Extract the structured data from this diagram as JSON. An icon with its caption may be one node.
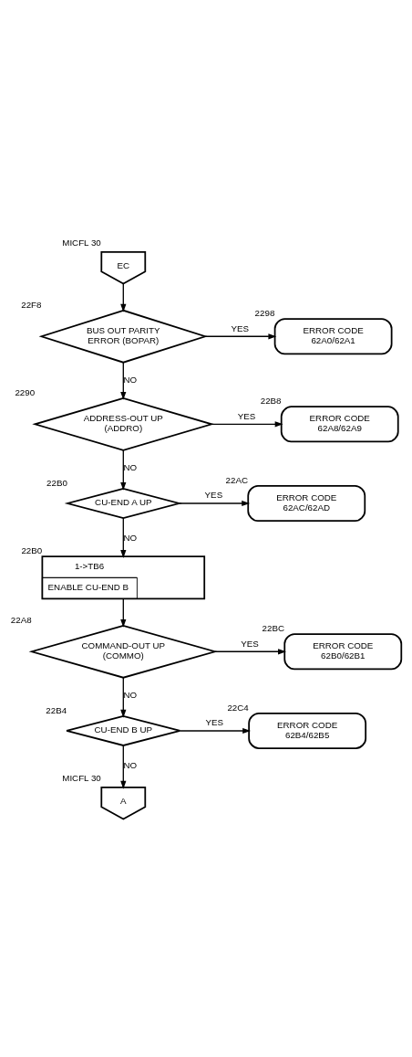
{
  "diagram": {
    "nodes": [
      {
        "text": [
          "EC"
        ],
        "beside": [
          "MICFL 30"
        ]
      },
      {
        "text": [
          "BUS OUT PARITY ERROR (BOPAR)"
        ],
        "beside": [
          "22F8"
        ]
      },
      {
        "text": [
          "ERROR CODE 62A0/62A1"
        ],
        "beside": [
          "2298"
        ]
      },
      {
        "text": [
          "ADDRESS-OUT UP (ADDRO)"
        ],
        "beside": [
          "2290"
        ]
      },
      {
        "text": [
          "ERROR CODE 62A8/62A9"
        ],
        "beside": [
          "22B8"
        ]
      },
      {
        "text": [
          "CU-END A UP"
        ],
        "beside": [
          "22B0"
        ]
      },
      {
        "text": [
          "ERROR CODE 62AC/62AD"
        ],
        "beside": [
          "22AC"
        ]
      },
      {
        "text": [
          "1->TB6",
          "ENABLE CU-END B"
        ],
        "beside": [
          "22B0"
        ]
      },
      {
        "text": [
          "COMMAND-OUT UP (COMMO)"
        ],
        "beside": [
          "22A8"
        ]
      },
      {
        "text": [
          "ERROR CODE 62B0/62B1"
        ],
        "beside": [
          "22BC"
        ]
      },
      {
        "text": [
          "CU-END B UP"
        ],
        "beside": [
          "22B4"
        ]
      },
      {
        "text": [
          "ERROR CODE 62B4/62B5"
        ],
        "beside": [
          "22C4"
        ]
      },
      {
        "text": [
          "A"
        ],
        "beside": [
          "MICFL 30"
        ]
      }
    ],
    "edges": [
      {
        "from": 0,
        "to": 1,
        "arrow": "to"
      },
      {
        "from": 1,
        "to": 2,
        "arrow": "to",
        "label": "YES"
      },
      {
        "from": 1,
        "to": 3,
        "arrow": "to",
        "label": "NO"
      },
      {
        "from": 3,
        "to": 4,
        "arrow": "to",
        "label": "YES"
      },
      {
        "from": 3,
        "to": 5,
        "arrow": "to",
        "label": "NO"
      },
      {
        "from": 5,
        "to": 6,
        "arrow": "to",
        "label": "YES"
      },
      {
        "from": 5,
        "to": 7,
        "arrow": "to",
        "label": "NO"
      },
      {
        "from": 7,
        "to": 8,
        "arrow": "to"
      },
      {
        "from": 8,
        "to": 9,
        "arrow": "to",
        "label": "YES"
      },
      {
        "from": 8,
        "to": 10,
        "arrow": "to",
        "label": "NO"
      },
      {
        "from": 10,
        "to": 11,
        "arrow": "to",
        "label": "YES"
      },
      {
        "from": 10,
        "to": 12,
        "arrow": "to",
        "label": "NO"
      }
    ]
  }
}
